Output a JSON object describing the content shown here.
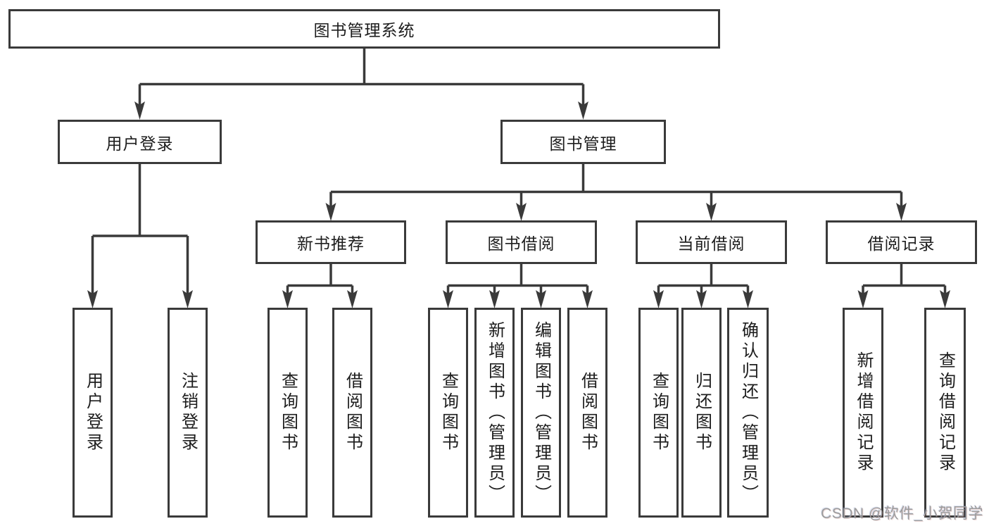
{
  "diagram": {
    "title_note": "functional structure chart",
    "root": {
      "label": "图书管理系统"
    },
    "level2": [
      {
        "label": "用户登录"
      },
      {
        "label": "图书管理"
      }
    ],
    "level3": [
      {
        "label": "新书推荐"
      },
      {
        "label": "图书借阅"
      },
      {
        "label": "当前借阅"
      },
      {
        "label": "借阅记录"
      }
    ],
    "leaves": {
      "user_login": [
        "用户登录",
        "注销登录"
      ],
      "new_books": [
        "查询图书",
        "借阅图书"
      ],
      "book_borrow": [
        "查询图书",
        "新增图书（管理员）",
        "编辑图书（管理员）",
        "借阅图书"
      ],
      "current_borrow": [
        "查询图书",
        "归还图书",
        "确认归还（管理员）"
      ],
      "borrow_records": [
        "新增借阅记录",
        "查询借阅记录"
      ]
    }
  },
  "watermark": {
    "text": "CSDN @软件_小贺同学"
  },
  "colors": {
    "line": "#3a3a3a",
    "box_border": "#3a3a3a",
    "text": "#1d1d1d",
    "watermark": "#9c9c9c",
    "background": "#ffffff"
  }
}
